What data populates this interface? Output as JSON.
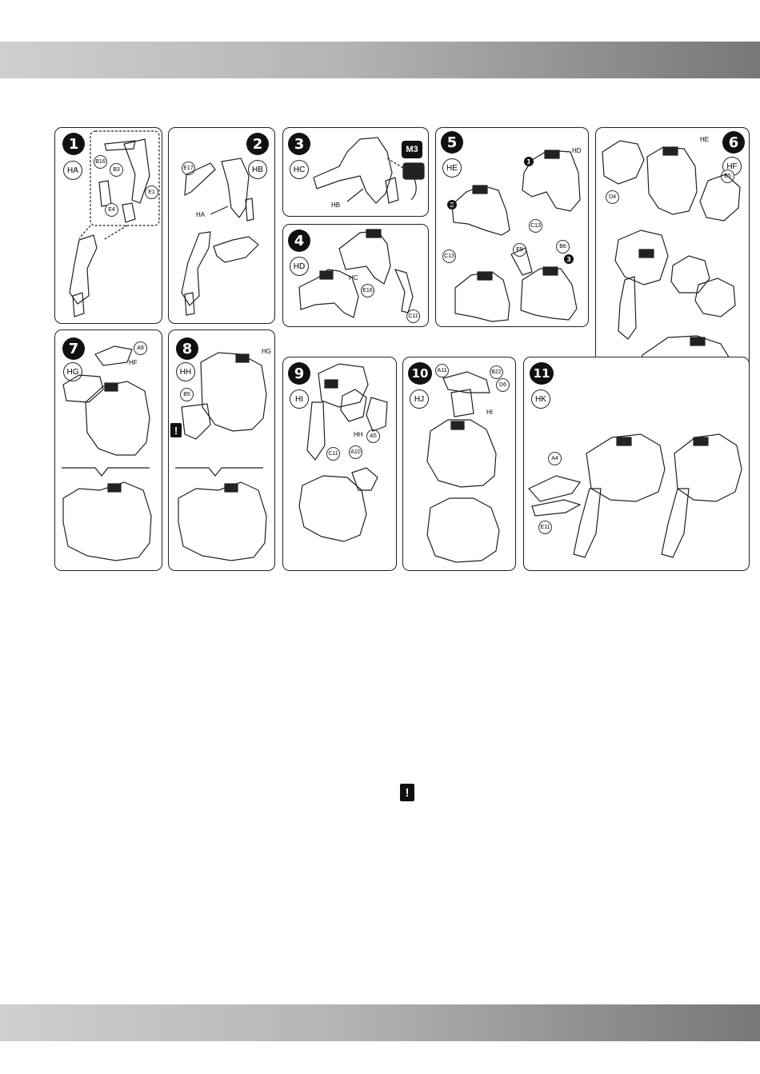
{
  "steps": [
    {
      "number": "1",
      "group": "HA",
      "parts": [
        "B16",
        "B3",
        "E1",
        "E4"
      ]
    },
    {
      "number": "2",
      "group": "HB",
      "parts": [
        "E17"
      ],
      "pointers": [
        "HA"
      ]
    },
    {
      "number": "3",
      "group": "HC",
      "motor": "M3",
      "pointers": [
        "HB"
      ]
    },
    {
      "number": "4",
      "group": "HD",
      "parts": [
        "E16",
        "C11"
      ],
      "pointers": [
        "HC"
      ]
    },
    {
      "number": "5",
      "group": "HE",
      "parts": [
        "C13",
        "C13",
        "E5",
        "B6"
      ],
      "substeps": [
        "1",
        "2",
        "3"
      ],
      "pointers": [
        "HD"
      ]
    },
    {
      "number": "6",
      "group": "HF",
      "parts": [
        "D4",
        "B5"
      ],
      "pointers": [
        "HE"
      ]
    },
    {
      "number": "7",
      "group": "HG",
      "parts": [
        "A9"
      ],
      "pointers": [
        "HF"
      ]
    },
    {
      "number": "8",
      "group": "HH",
      "parts": [
        "B5"
      ],
      "pointers": [
        "HG"
      ],
      "warning": "!"
    },
    {
      "number": "9",
      "group": "HI",
      "parts": [
        "A5",
        "C11",
        "A10"
      ],
      "pointers": [
        "HH"
      ]
    },
    {
      "number": "10",
      "group": "HJ",
      "parts": [
        "A11",
        "B22",
        "D6"
      ],
      "pointers": [
        "HI"
      ]
    },
    {
      "number": "11",
      "group": "HK",
      "parts": [
        "A4",
        "E11"
      ]
    }
  ],
  "warning_icon": "!",
  "colors": {
    "band_light": "#cfcfcf",
    "band_dark": "#777777",
    "ink": "#111111"
  }
}
